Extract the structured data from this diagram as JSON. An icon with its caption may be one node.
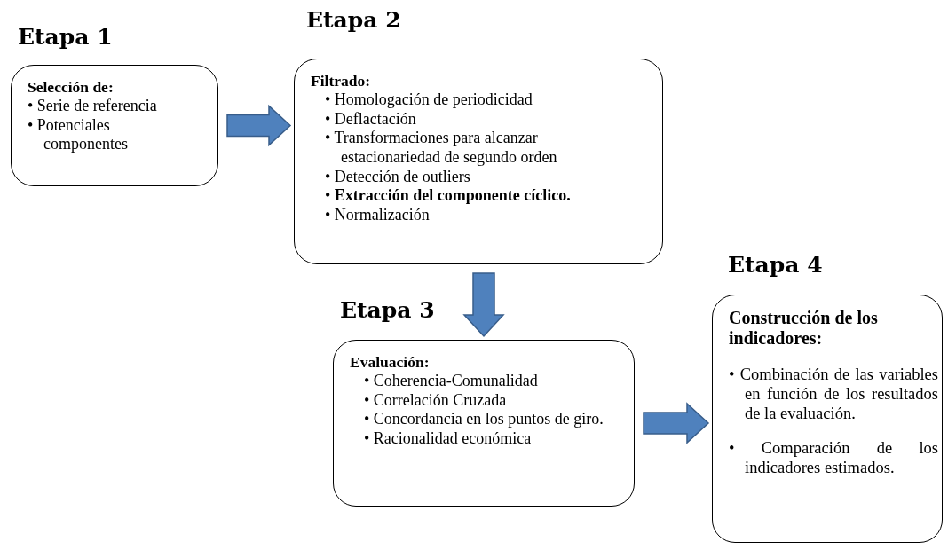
{
  "diagram": {
    "nodes": [
      {
        "text": [
          "Etapa 1",
          "Selección de:",
          "• Serie de referencia",
          "• Potenciales componentes"
        ]
      },
      {
        "text": [
          "Etapa 2",
          "Filtrado:",
          "• Homologación de periodicidad",
          "• Deflactación",
          "• Transformaciones para alcanzar estacionariedad de segundo orden",
          "• Detección de outliers",
          "• **Extracción del componente cíclico.**",
          "• Normalización"
        ]
      },
      {
        "text": [
          "Etapa 3",
          "Evaluación:",
          "• Coherencia-Comunalidad",
          "• Correlación Cruzada",
          "• Concordancia en los puntos de giro.",
          "• Racionalidad económica"
        ]
      },
      {
        "text": [
          "Etapa 4",
          "Construcción de los indicadores:",
          "• Combinación de las variables en función de los resultados de la evaluación.",
          "• Comparación de los indicadores estimados."
        ]
      }
    ],
    "edges": [
      {
        "from": 0,
        "to": 1,
        "arrow": "to"
      },
      {
        "from": 1,
        "to": 2,
        "arrow": "to"
      },
      {
        "from": 2,
        "to": 3,
        "arrow": "to"
      }
    ]
  }
}
